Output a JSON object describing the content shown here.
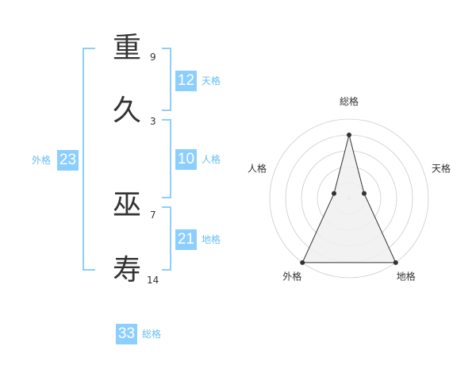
{
  "name": {
    "chars": [
      {
        "char": "重",
        "strokes": "9"
      },
      {
        "char": "久",
        "strokes": "3"
      },
      {
        "char": "巫",
        "strokes": "7"
      },
      {
        "char": "寿",
        "strokes": "14"
      }
    ]
  },
  "fortune": {
    "tenkaku": {
      "value": "12",
      "label": "天格"
    },
    "jinkaku": {
      "value": "10",
      "label": "人格"
    },
    "chikaku": {
      "value": "21",
      "label": "地格"
    },
    "gaikaku": {
      "value": "23",
      "label": "外格"
    },
    "soukaku": {
      "value": "33",
      "label": "総格"
    }
  },
  "colors": {
    "accent": "#8ccfff",
    "accent_text": "#66bff0",
    "radar_fill": "#f0f0f0",
    "radar_line": "#333333",
    "grid": "#cccccc"
  },
  "chart_data": {
    "type": "radar",
    "axes": [
      "総格",
      "天格",
      "地格",
      "外格",
      "人格"
    ],
    "rings": 5,
    "values": [
      4,
      1,
      5,
      5,
      1
    ],
    "max": 5
  }
}
